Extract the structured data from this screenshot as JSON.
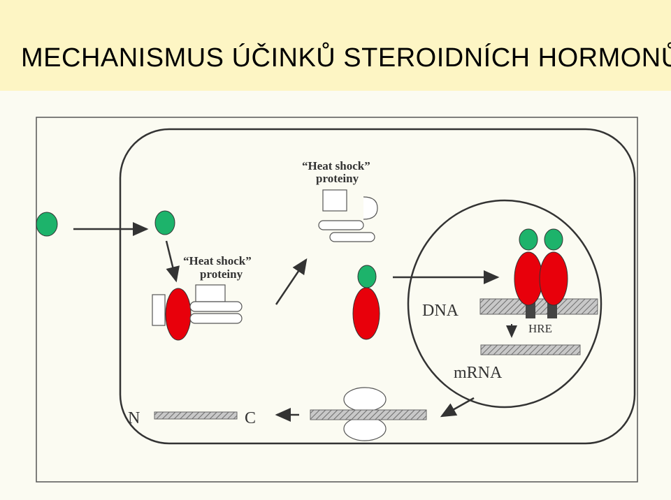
{
  "slide": {
    "title": "MECHANISMUS ÚČINKŮ STEROIDNÍCH HORMONŮ"
  },
  "diagram": {
    "hsp_top_label_line1": "“Heat shock”",
    "hsp_top_label_line2": "proteiny",
    "hsp_complex_label_line1": "“Heat shock”",
    "hsp_complex_label_line2": "proteiny",
    "dna_label": "DNA",
    "hre_label": "HRE",
    "mrna_label": "mRNA",
    "protein_n_label": "N",
    "protein_c_label": "C"
  },
  "colors": {
    "hormone": "#1db36b",
    "receptor": "#e8000b",
    "title_band": "#fdf5c4",
    "hatched_bar": "#9a9a9a"
  }
}
